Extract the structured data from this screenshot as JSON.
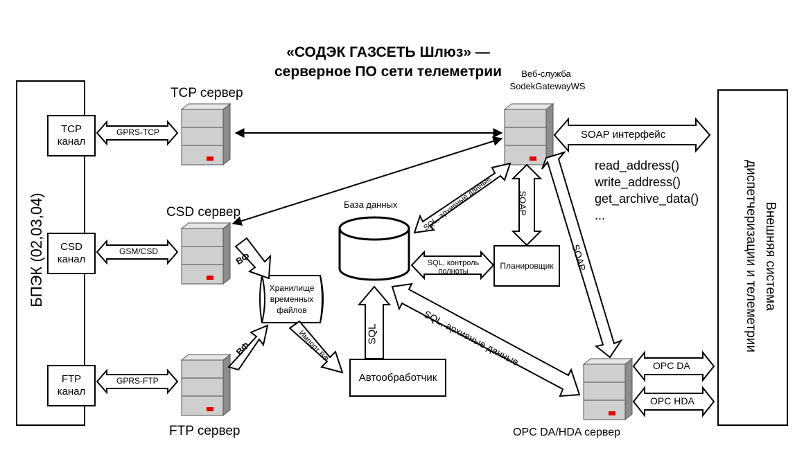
{
  "title": {
    "line1": "«СОДЭК ГАЗСЕТЬ Шлюз» —",
    "line2": "серверное ПО сети телеметрии"
  },
  "left_system": {
    "label": "БПЭК (02,03,04)"
  },
  "right_system": {
    "label": "Внешняя система\nдиспетчеризации и телеметрии"
  },
  "channels": {
    "tcp": {
      "label": "TCP\nканал",
      "link": "GPRS-TCP"
    },
    "csd": {
      "label": "CSD\nканал",
      "link": "GSM/CSD"
    },
    "ftp": {
      "label": "FTP\nканал",
      "link": "GPRS-FTP"
    }
  },
  "servers": {
    "tcp": "TCP сервер",
    "csd": "CSD сервер",
    "ftp": "FTP сервер",
    "web_line1": "Веб-служба",
    "web_line2": "SodekGatewayWS",
    "opc": "OPC DA/HDA сервер"
  },
  "storage": {
    "label": "Хранилище\nвременных\nфайлов"
  },
  "database": {
    "label": "База данных"
  },
  "scheduler": {
    "label": "Планировщик"
  },
  "autoprocessor": {
    "label": "Автообработчик"
  },
  "arrows": {
    "vf1": "ВФ",
    "vf2": "ВФ",
    "import_vf": "Импорт ВФ",
    "sql_vertical": "SQL",
    "sql_archive_upper": "SQL, архивные данные",
    "sql_control_line1": "SQL, контроль",
    "sql_control_line2": "полноты",
    "sql_archive_lower": "SQL, архивные данные",
    "soap_vertical": "SOAP",
    "soap_diag": "SOAP",
    "soap_interface": "SOAP интерфейс",
    "opc_da": "OPC DA",
    "opc_hda": "OPC HDA"
  },
  "methods": [
    "read_address()",
    "write_address()",
    "get_archive_data()",
    "..."
  ],
  "colors": {
    "server_body": "#c8c8c8",
    "server_dark": "#8c8c8c",
    "indicator": "#e00000",
    "line": "#000000"
  }
}
